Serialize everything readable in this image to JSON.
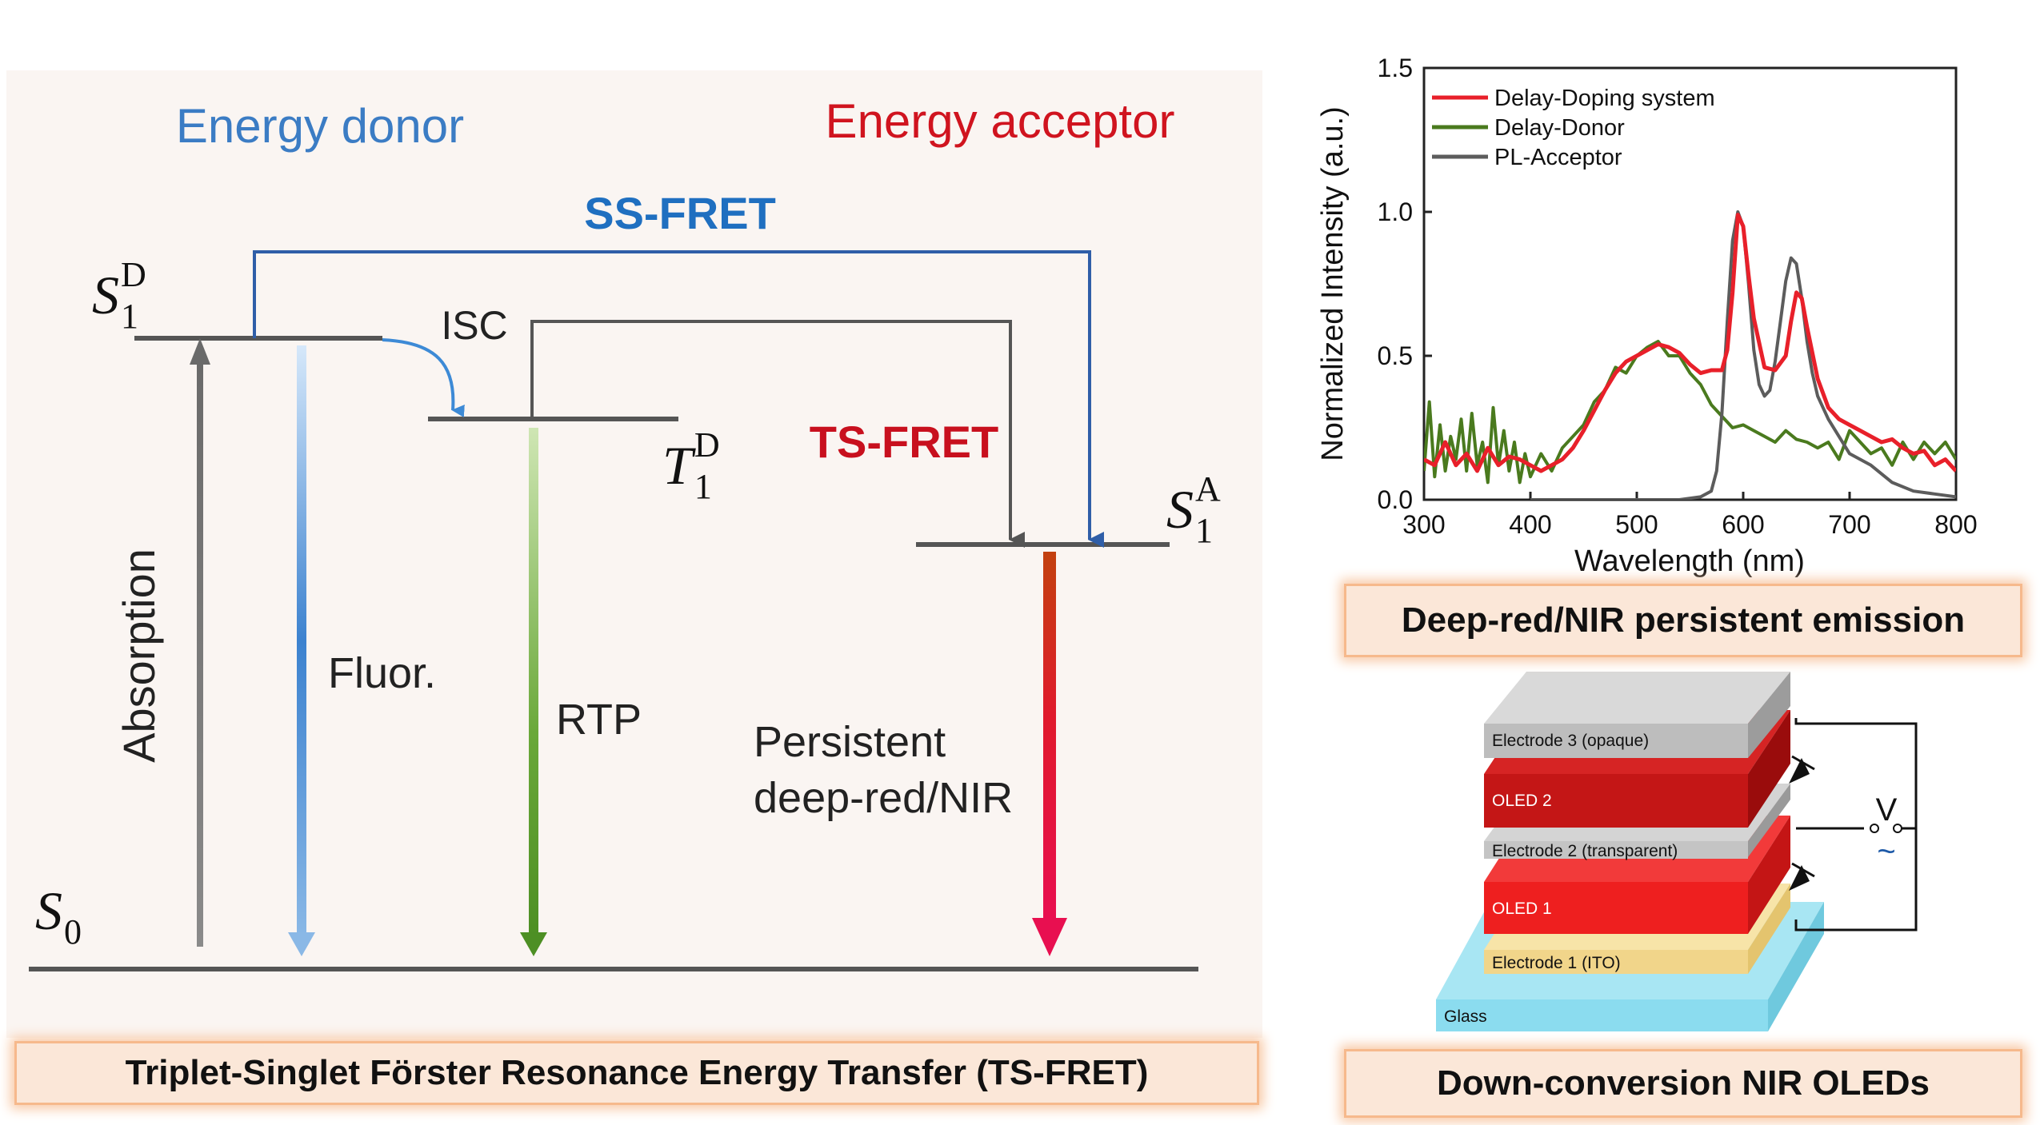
{
  "energy_diagram": {
    "donor_heading": "Energy donor",
    "acceptor_heading": "Energy acceptor",
    "ss_fret_label": "SS-FRET",
    "ts_fret_label": "TS-FRET",
    "isc_label": "ISC",
    "s1d_label": {
      "base": "S",
      "sub": "1",
      "sup": "D"
    },
    "t1d_label": {
      "base": "T",
      "sub": "1",
      "sup": "D"
    },
    "s1a_label": {
      "base": "S",
      "sub": "1",
      "sup": "A"
    },
    "s0_label": {
      "base": "S",
      "sub": "0"
    },
    "absorption_label": "Absorption",
    "fluor_label": "Fluor.",
    "rtp_label": "RTP",
    "persistent_line1": "Persistent",
    "persistent_line2": "deep-red/NIR",
    "caption": "Triplet-Singlet Förster Resonance Energy Transfer (TS-FRET)",
    "colors": {
      "donor": "#3b7cc4",
      "acceptor": "#d0141f",
      "ss_fret": "#1f6fc0",
      "ts_fret": "#c8101e",
      "level": "#555555"
    }
  },
  "spectrum_panel": {
    "caption": "Deep-red/NIR persistent emission"
  },
  "oled_panel": {
    "caption": "Down-conversion NIR OLEDs",
    "layers": {
      "electrode3": "Electrode 3 (opaque)",
      "oled2": "OLED 2",
      "electrode2": "Electrode 2 (transparent)",
      "oled1": "OLED 1",
      "electrode1": "Electrode 1 (ITO)",
      "glass": "Glass"
    },
    "voltage_label": "V",
    "ac_symbol": "~"
  },
  "chart_data": {
    "type": "line",
    "xlabel": "Wavelength (nm)",
    "ylabel": "Normalized Intensity (a.u.)",
    "xlim": [
      300,
      800
    ],
    "ylim": [
      0.0,
      1.5
    ],
    "xticks": [
      "300",
      "400",
      "500",
      "600",
      "700",
      "800"
    ],
    "yticks": [
      "0.0",
      "0.5",
      "1.0",
      "1.5"
    ],
    "legend_position": "top-left",
    "series": [
      {
        "name": "Delay-Doping system",
        "color": "#e8202a",
        "x": [
          300,
          310,
          320,
          330,
          340,
          350,
          360,
          370,
          380,
          390,
          400,
          410,
          420,
          430,
          440,
          450,
          460,
          470,
          480,
          490,
          500,
          510,
          520,
          530,
          540,
          550,
          560,
          570,
          580,
          585,
          590,
          595,
          600,
          605,
          610,
          620,
          630,
          640,
          645,
          650,
          655,
          660,
          670,
          680,
          690,
          700,
          710,
          720,
          730,
          740,
          750,
          760,
          770,
          780,
          790,
          800
        ],
        "y": [
          0.14,
          0.12,
          0.2,
          0.12,
          0.16,
          0.1,
          0.18,
          0.12,
          0.15,
          0.14,
          0.12,
          0.1,
          0.12,
          0.14,
          0.18,
          0.24,
          0.31,
          0.38,
          0.44,
          0.48,
          0.5,
          0.52,
          0.54,
          0.53,
          0.51,
          0.47,
          0.44,
          0.45,
          0.45,
          0.52,
          0.72,
          0.99,
          0.95,
          0.78,
          0.63,
          0.46,
          0.45,
          0.5,
          0.62,
          0.72,
          0.7,
          0.6,
          0.42,
          0.32,
          0.28,
          0.26,
          0.24,
          0.22,
          0.2,
          0.21,
          0.18,
          0.16,
          0.17,
          0.12,
          0.14,
          0.1
        ]
      },
      {
        "name": "Delay-Donor",
        "color": "#4a7a1e",
        "x": [
          300,
          305,
          310,
          315,
          320,
          325,
          330,
          335,
          340,
          345,
          350,
          355,
          360,
          365,
          370,
          375,
          380,
          385,
          390,
          395,
          400,
          410,
          420,
          430,
          440,
          450,
          460,
          470,
          480,
          490,
          500,
          510,
          520,
          530,
          540,
          550,
          560,
          570,
          580,
          590,
          600,
          610,
          620,
          630,
          640,
          650,
          660,
          670,
          680,
          690,
          700,
          710,
          720,
          730,
          740,
          750,
          760,
          770,
          780,
          790,
          800
        ],
        "y": [
          0.1,
          0.34,
          0.08,
          0.26,
          0.1,
          0.22,
          0.14,
          0.28,
          0.1,
          0.3,
          0.12,
          0.2,
          0.06,
          0.32,
          0.12,
          0.24,
          0.1,
          0.2,
          0.06,
          0.16,
          0.08,
          0.16,
          0.1,
          0.18,
          0.22,
          0.26,
          0.34,
          0.38,
          0.46,
          0.44,
          0.5,
          0.53,
          0.55,
          0.5,
          0.5,
          0.44,
          0.4,
          0.33,
          0.29,
          0.25,
          0.26,
          0.24,
          0.22,
          0.2,
          0.24,
          0.21,
          0.2,
          0.18,
          0.2,
          0.14,
          0.24,
          0.2,
          0.16,
          0.18,
          0.12,
          0.2,
          0.14,
          0.2,
          0.16,
          0.2,
          0.14
        ]
      },
      {
        "name": "PL-Acceptor",
        "color": "#5c5c5c",
        "x": [
          400,
          450,
          500,
          540,
          560,
          570,
          575,
          580,
          585,
          590,
          595,
          600,
          605,
          610,
          615,
          620,
          625,
          630,
          635,
          640,
          645,
          650,
          655,
          660,
          665,
          670,
          680,
          690,
          700,
          720,
          740,
          760,
          780,
          800
        ],
        "y": [
          0.0,
          0.0,
          0.0,
          0.0,
          0.01,
          0.03,
          0.1,
          0.3,
          0.62,
          0.9,
          1.0,
          0.95,
          0.75,
          0.52,
          0.4,
          0.36,
          0.38,
          0.48,
          0.62,
          0.76,
          0.84,
          0.82,
          0.7,
          0.55,
          0.44,
          0.36,
          0.28,
          0.22,
          0.16,
          0.12,
          0.06,
          0.03,
          0.02,
          0.01
        ]
      }
    ]
  }
}
